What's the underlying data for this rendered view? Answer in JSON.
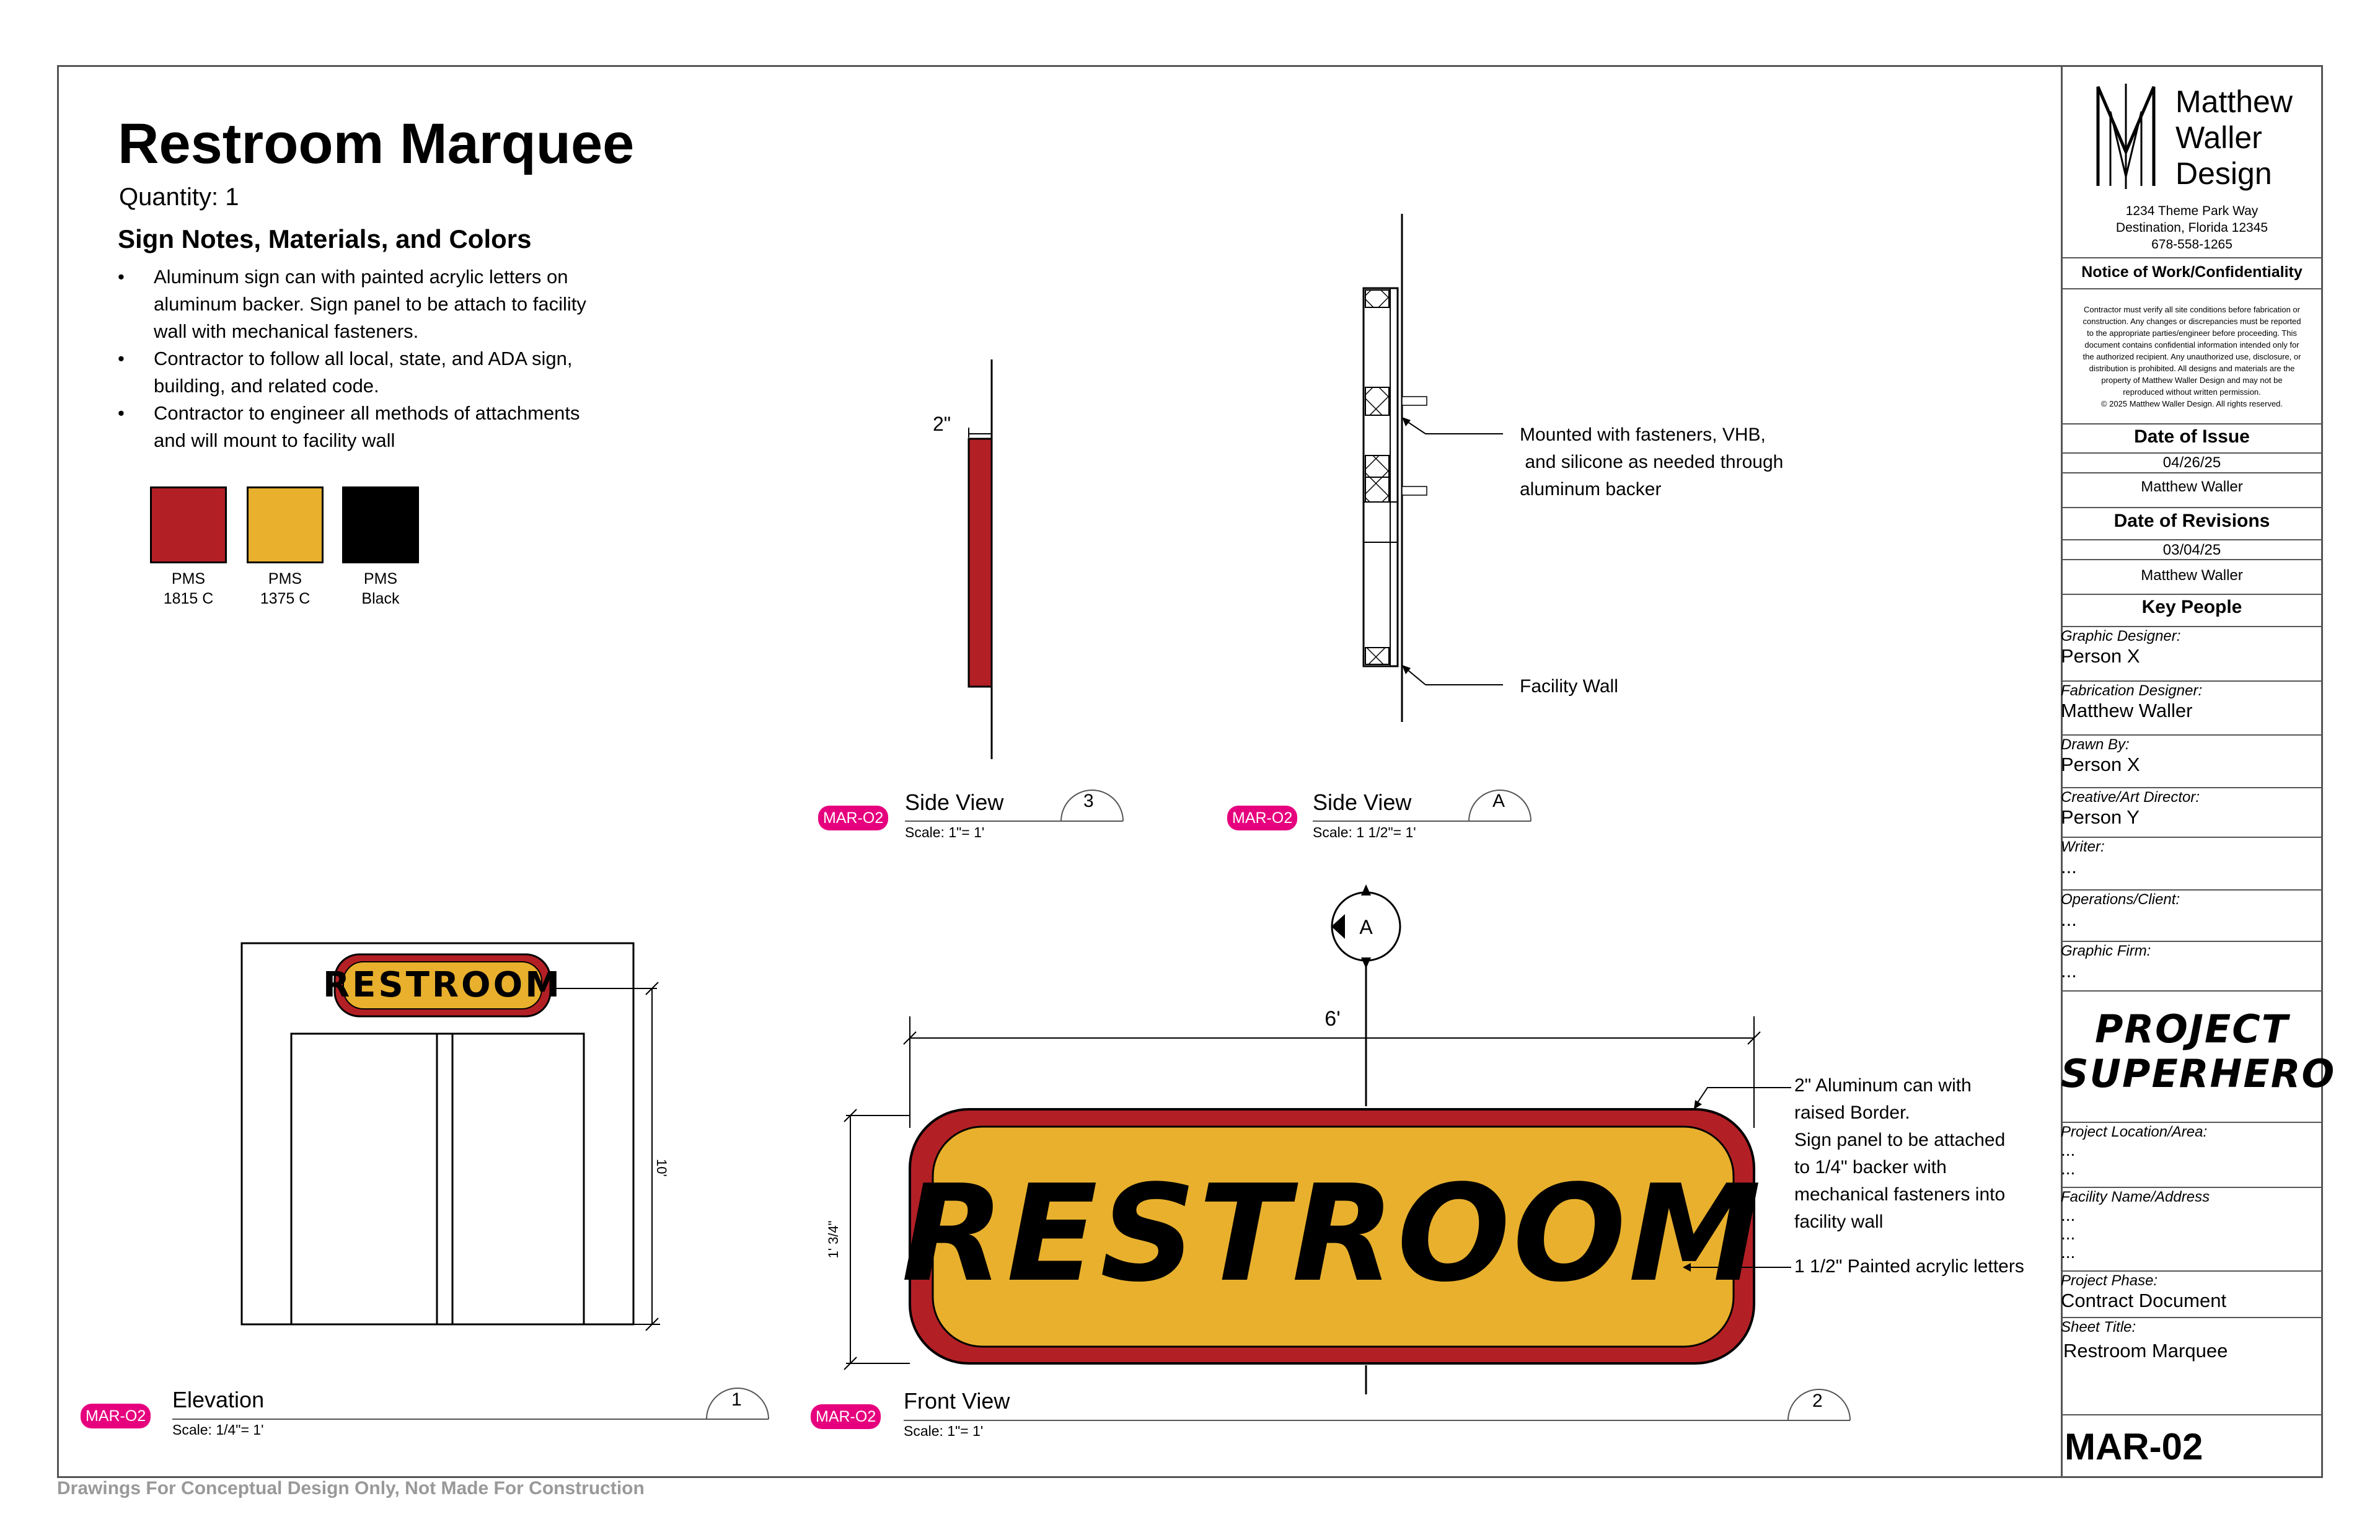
{
  "sheet": {
    "title": "Restroom Marquee",
    "quantity": "Quantity: 1",
    "notes_heading": "Sign Notes, Materials, and Colors",
    "notes": [
      "Aluminum sign can with painted acrylic letters on aluminum backer. Sign panel to be attach to facility wall with mechanical fasteners.",
      "Contractor to follow all local, state, and ADA sign, building, and related code.",
      "Contractor to engineer all methods of attachments and will mount to facility wall"
    ],
    "bullet": "•",
    "footer": "Drawings For Conceptual Design Only, Not Made For Construction"
  },
  "colors": [
    {
      "hex": "#b22025",
      "label_line1": "PMS",
      "label_line2": "1815 C"
    },
    {
      "hex": "#e8b02d",
      "label_line1": "PMS",
      "label_line2": "1375 C"
    },
    {
      "hex": "#000000",
      "label_line1": "PMS",
      "label_line2": "Black"
    }
  ],
  "sign": {
    "text": "RESTROOM",
    "border_color": "#b22025",
    "field_color": "#e8b02d",
    "letter_color": "#000000"
  },
  "views": {
    "side_view_3": {
      "badge": "MAR-O2",
      "title": "Side View",
      "scale": "Scale:  1\"= 1'",
      "number": "3",
      "depth_dim": "2\""
    },
    "side_view_a": {
      "badge": "MAR-O2",
      "title": "Side View",
      "scale": "Scale:  1 1/2\"= 1'",
      "number": "A",
      "note_mount_1": "Mounted with fasteners, VHB,",
      "note_mount_2": " and silicone as needed through",
      "note_mount_3": "aluminum backer",
      "note_wall": "Facility Wall"
    },
    "elevation": {
      "badge": "MAR-O2",
      "title": "Elevation",
      "scale": "Scale:  1/4\"= 1'",
      "number": "1",
      "height_dim": "10'"
    },
    "front_view": {
      "badge": "MAR-O2",
      "title": "Front View",
      "scale": "Scale:  1\"= 1'",
      "number": "2",
      "section_marker": "A",
      "width_dim": "6'",
      "height_dim": "1' 3/4\"",
      "note_can_lines": [
        "2\" Aluminum can with",
        "raised Border.",
        "Sign panel to be attached",
        "to 1/4\" backer with",
        "mechanical fasteners into",
        "facility wall"
      ],
      "note_letters": "1 1/2\" Painted acrylic letters"
    }
  },
  "title_block": {
    "company_line1": "Matthew",
    "company_line2": "Waller",
    "company_line3": "Design",
    "address_1": "1234 Theme Park Way",
    "address_2": "Destination, Florida 12345",
    "phone": "678-558-1265",
    "notice_heading": "Notice of Work/Confidentiality",
    "notice_lines": [
      "Contractor must verify all site conditions before fabrication or",
      "construction. Any changes or discrepancies must be reported",
      "to the appropriate parties/engineer before proceeding. This",
      "document contains confidential information intended only for",
      "the authorized recipient. Any unauthorized use, disclosure, or",
      "distribution is prohibited. All designs and materials are the",
      "property of Matthew Waller Design and may not be",
      "reproduced without written permission.",
      "© 2025 Matthew Waller Design. All rights reserved."
    ],
    "issue_heading": "Date of Issue",
    "issue_date": "04/26/25",
    "issue_by": "Matthew Waller",
    "revisions_heading": "Date of Revisions",
    "revision_date": "03/04/25",
    "revision_by": "Matthew Waller",
    "key_people_heading": "Key People",
    "people": [
      {
        "label": "Graphic Designer:",
        "value": "Person X"
      },
      {
        "label": "Fabrication Designer:",
        "value": "Matthew Waller"
      },
      {
        "label": "Drawn By:",
        "value": "Person X"
      },
      {
        "label": "Creative/Art Director:",
        "value": "Person Y"
      },
      {
        "label": "Writer:",
        "value": "..."
      },
      {
        "label": "Operations/Client:",
        "value": "..."
      },
      {
        "label": "Graphic Firm:",
        "value": "..."
      }
    ],
    "project_logo_1": "PROJECT",
    "project_logo_2": "SUPERHERO",
    "location_label": "Project Location/Area:",
    "location_1": "...",
    "location_2": "...",
    "facility_label": "Facility Name/Address",
    "facility_1": "...",
    "facility_2": "...",
    "facility_3": "...",
    "phase_label": "Project Phase:",
    "phase_value": "Contract Document",
    "sheet_title_label": "Sheet Title:",
    "sheet_title_value": "Restroom Marquee",
    "sheet_number": "MAR-02"
  }
}
